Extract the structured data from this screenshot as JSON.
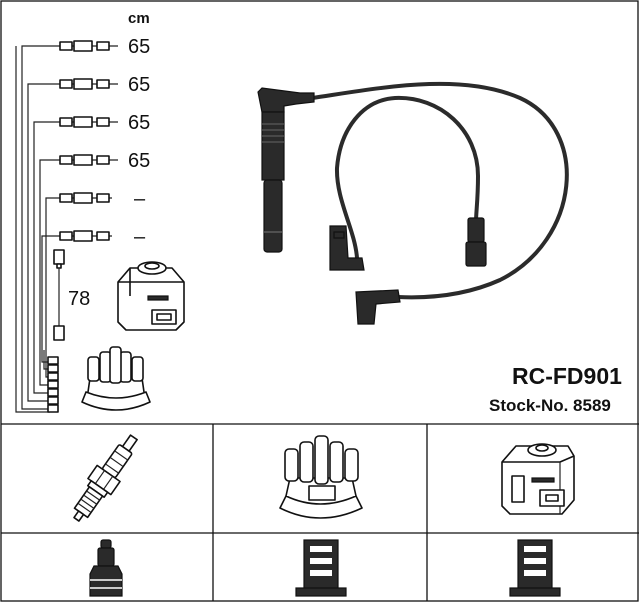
{
  "product": {
    "model": "RC-FD901",
    "stock_number": "Stock-No. 8589"
  },
  "lengths": {
    "unit": "cm",
    "items": [
      "65",
      "65",
      "65",
      "65",
      "–",
      "–",
      "78"
    ]
  },
  "icons": {
    "spark_plug": "spark-plug-icon",
    "distributor_cap": "distributor-cap-icon",
    "ignition_coil": "ignition-coil-icon",
    "spark_plug_connector": "spark-plug-connector-icon",
    "distributor_connector": "distributor-terminal-icon",
    "coil_connector": "coil-terminal-icon"
  }
}
